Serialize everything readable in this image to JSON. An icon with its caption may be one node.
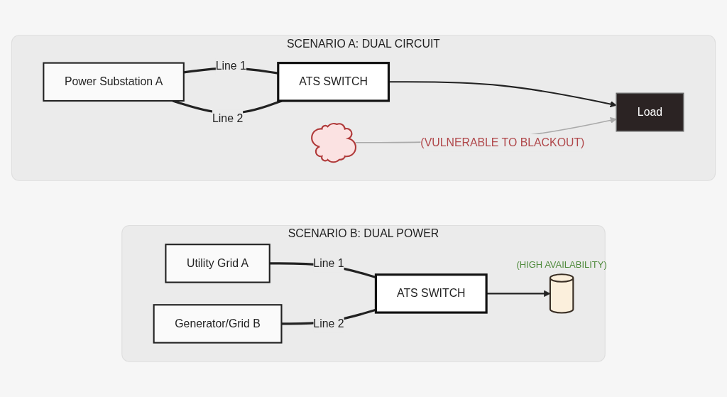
{
  "diagram": {
    "nodes": [
      {
        "text": [
          "SCENARIO A: DUAL CIRCUIT"
        ]
      },
      {
        "text": [
          "Power Substation A"
        ],
        "in": 0
      },
      {
        "text": [],
        "shape": "cloud",
        "in": 0
      },
      {
        "text": [
          "ATS SWITCH"
        ],
        "in": 0
      },
      {
        "text": [
          "Load"
        ],
        "in": 0
      },
      {
        "text": [
          "SCENARIO B: DUAL POWER"
        ]
      },
      {
        "text": [
          "Utility Grid A"
        ],
        "in": 5
      },
      {
        "text": [
          "Generator/Grid B"
        ],
        "in": 5
      },
      {
        "text": [
          "ATS SWITCH"
        ],
        "in": 5
      },
      {
        "text": [],
        "shape": "cylinder",
        "in": 5,
        "beside": [
          "(HIGH AVAILABILITY)"
        ]
      }
    ],
    "edges": [
      {
        "from": 1,
        "to": 3,
        "arrow": "none",
        "label": "Line 1"
      },
      {
        "from": 1,
        "to": 3,
        "arrow": "none",
        "label": "Line 2"
      },
      {
        "from": 3,
        "to": 4,
        "arrow": "to"
      },
      {
        "from": 2,
        "to": 4,
        "arrow": "to",
        "label": "(VULNERABLE TO BLACKOUT)",
        "color": "#aaaaaa"
      },
      {
        "from": 6,
        "to": 8,
        "arrow": "none",
        "label": "Line 1"
      },
      {
        "from": 7,
        "to": 8,
        "arrow": "none",
        "label": "Line 2"
      },
      {
        "from": 8,
        "to": 9,
        "arrow": "to"
      }
    ]
  }
}
